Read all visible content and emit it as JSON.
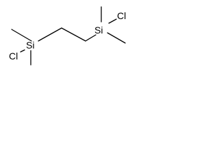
{
  "molecule": {
    "atoms": {
      "si_left": "Si",
      "cl_left": "Cl",
      "si_right": "Si",
      "cl_right": "Cl"
    }
  }
}
